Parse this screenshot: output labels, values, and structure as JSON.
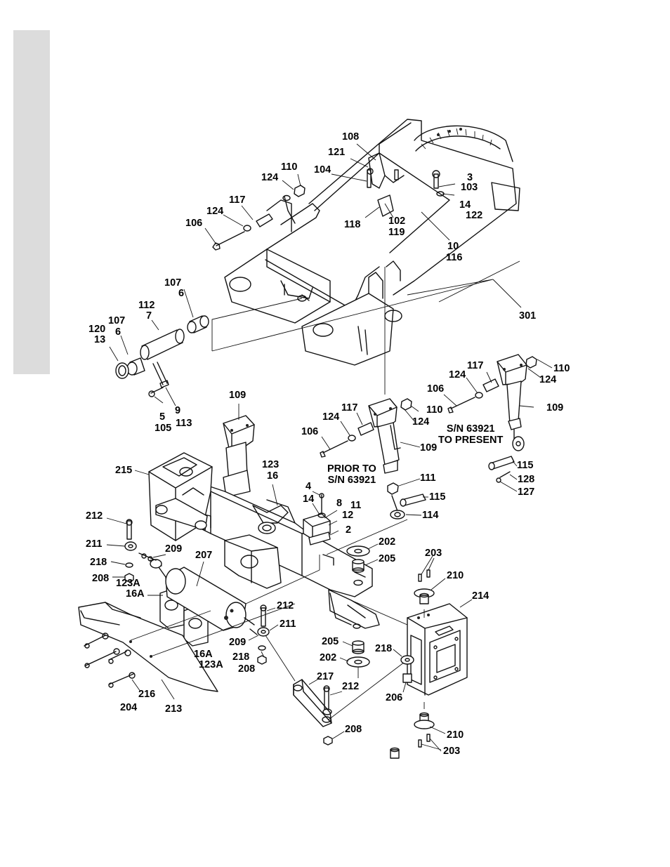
{
  "callouts": {
    "c108": "108",
    "c121": "121",
    "c110a": "110",
    "c104": "104",
    "c124a": "124",
    "c3": "3",
    "c103": "103",
    "c14a": "14",
    "c122": "122",
    "c117a": "117",
    "c124b": "124",
    "c106a": "106",
    "c118": "118",
    "c102": "102",
    "c119": "119",
    "c10": "10",
    "c116": "116",
    "c107a": "107",
    "c6a": "6",
    "c112": "112",
    "c7": "7",
    "c107b": "107",
    "c6b": "6",
    "c120": "120",
    "c13": "13",
    "c301": "301",
    "c117b": "117",
    "c124c": "124",
    "c110b": "110",
    "c124d": "124",
    "c106b": "106",
    "c109a": "109",
    "c5": "5",
    "c105": "105",
    "c9": "9",
    "c113": "113",
    "c109b": "109",
    "c117c": "117",
    "c124e": "124",
    "c110c": "110",
    "c124f": "124",
    "c106c": "106",
    "c109c": "109",
    "c115a": "115",
    "c128": "128",
    "c127": "127",
    "c123": "123",
    "c16": "16",
    "c215": "215",
    "c4": "4",
    "c14b": "14",
    "c8": "8",
    "c11": "11",
    "c12": "12",
    "c2": "2",
    "c111": "111",
    "c115b": "115",
    "c114": "114",
    "c212a": "212",
    "c211a": "211",
    "c209a": "209",
    "c207": "207",
    "c218a": "218",
    "c208a": "208",
    "c123a": "123A",
    "c16a": "16A",
    "c202a": "202",
    "c205a": "205",
    "c203a": "203",
    "c210a": "210",
    "c214": "214",
    "c212b": "212",
    "c211b": "211",
    "c209b": "209",
    "c218b": "218",
    "c208b": "208",
    "c16a2": "16A",
    "c123a2": "123A",
    "c205b": "205",
    "c202b": "202",
    "c218c": "218",
    "c217": "217",
    "c212c": "212",
    "c206": "206",
    "c216": "216",
    "c204": "204",
    "c213": "213",
    "c208c": "208",
    "c210b": "210",
    "c203b": "203"
  },
  "notes": {
    "sn_present_line1": "S/N 63921",
    "sn_present_line2": "TO PRESENT",
    "sn_prior_line1": "PRIOR TO",
    "sn_prior_line2": "S/N 63921"
  }
}
